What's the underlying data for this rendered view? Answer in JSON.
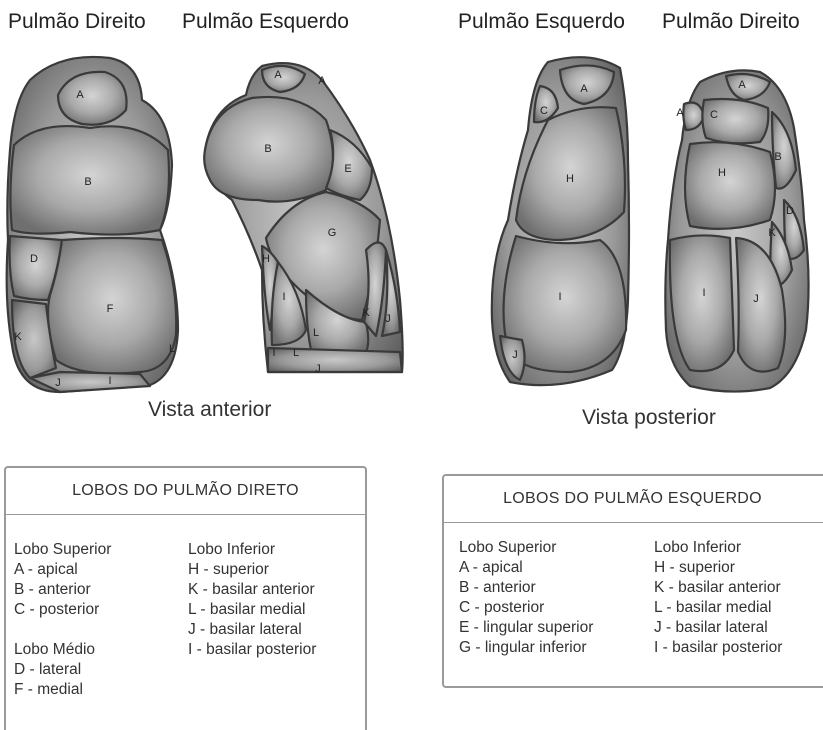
{
  "top_titles": [
    "Pulmão Direito",
    "Pulmão Esquerdo",
    "Pulmão Esquerdo",
    "Pulmão Direito"
  ],
  "views": {
    "anterior": "Vista anterior",
    "posterior": "Vista posterior"
  },
  "segment_labels": {
    "ant_right": [
      "A",
      "B",
      "D",
      "F",
      "K",
      "J",
      "I",
      "L"
    ],
    "ant_left": [
      "A",
      "A",
      "B",
      "E",
      "G",
      "H",
      "I",
      "K",
      "J",
      "L",
      "I",
      "L",
      "J"
    ],
    "post_left": [
      "A",
      "C",
      "H",
      "I",
      "J"
    ],
    "post_right": [
      "A",
      "A",
      "C",
      "B",
      "H",
      "D",
      "K",
      "I",
      "J"
    ]
  },
  "right_box": {
    "header": "LOBOS DO PULMÃO DIRETO",
    "col1_a": [
      "Lobo Superior",
      "A - apical",
      "B - anterior",
      "C - posterior"
    ],
    "col1_b": [
      "Lobo Médio",
      "D - lateral",
      "F - medial"
    ],
    "col2": [
      "Lobo Inferior",
      "H - superior",
      "K - basilar anterior",
      "L - basilar medial",
      "J - basilar lateral",
      "I - basilar posterior"
    ]
  },
  "left_box": {
    "header": "LOBOS DO PULMÃO ESQUERDO",
    "col1": [
      "Lobo Superior",
      "A - apical",
      "B - anterior",
      "C - posterior",
      "E - lingular superior",
      "G - lingular inferior"
    ],
    "col2": [
      "Lobo Inferior",
      "H - superior",
      "K - basilar anterior",
      "L - basilar medial",
      "J - basilar lateral",
      "I - basilar posterior"
    ]
  }
}
